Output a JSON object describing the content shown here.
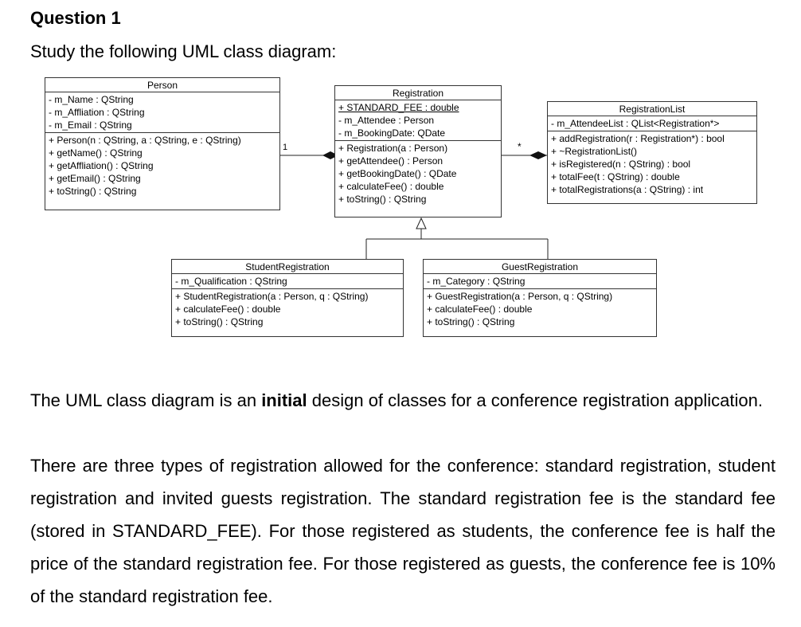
{
  "heading": "Question 1",
  "instruction": "Study the following UML class diagram:",
  "classes": {
    "person": {
      "name": "Person",
      "attributes": [
        "- m_Name : QString",
        "- m_Affliation : QString",
        "- m_Email : QString"
      ],
      "operations": [
        "+ Person(n : QString, a : QString, e : QString)",
        "+ getName() : QString",
        "+ getAffliation() : QString",
        "+ getEmail() : QString",
        "+ toString() : QString"
      ]
    },
    "registration": {
      "name": "Registration",
      "attributes": [
        "+ STANDARD_FEE : double",
        "- m_Attendee : Person",
        "- m_BookingDate: QDate"
      ],
      "operations": [
        "+ Registration(a : Person)",
        "+ getAttendee() : Person",
        "+ getBookingDate() : QDate",
        "+ calculateFee() : double",
        "+ toString() : QString"
      ]
    },
    "registration_list": {
      "name": "RegistrationList",
      "attributes": [
        "- m_AttendeeList : QList<Registration*>"
      ],
      "operations": [
        "+ addRegistration(r : Registration*) : bool",
        "+ ~RegistrationList()",
        "+ isRegistered(n : QString) : bool",
        "+ totalFee(t : QString) : double",
        "+ totalRegistrations(a : QString) : int"
      ]
    },
    "student_registration": {
      "name": "StudentRegistration",
      "attributes": [
        "- m_Qualification : QString"
      ],
      "operations": [
        "+ StudentRegistration(a : Person, q : QString)",
        "+ calculateFee() : double",
        "+ toString() : QString"
      ]
    },
    "guest_registration": {
      "name": "GuestRegistration",
      "attributes": [
        "- m_Category : QString"
      ],
      "operations": [
        "+ GuestRegistration(a : Person, q : QString)",
        "+ calculateFee() : double",
        "+ toString() : QString"
      ]
    }
  },
  "multiplicities": {
    "person_registration": "1",
    "registration_list": "*"
  },
  "paragraph1": {
    "before": "The UML class diagram is an ",
    "bold": "initial",
    "after": " design of classes for a conference registration application."
  },
  "paragraph2": "There are three types of registration allowed for the conference: standard registration, student registration and invited guests registration. The standard registration fee is the standard fee (stored in STANDARD_FEE). For those registered as students, the conference fee is half the price of the standard registration fee. For those registered as guests, the conference fee is 10% of the standard registration fee."
}
